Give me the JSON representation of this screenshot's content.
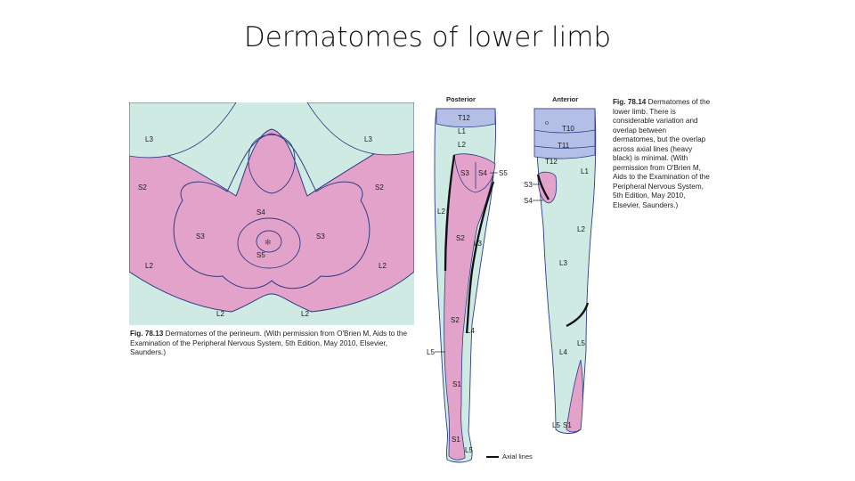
{
  "slide": {
    "title": "Dermatomes of lower limb"
  },
  "colors": {
    "mint": "#cfeae3",
    "pink": "#e3a2c9",
    "blue": "#b3bfe6",
    "border": "#2e3c86",
    "axial": "#111111"
  },
  "fig13": {
    "caption_bold": "Fig. 78.13",
    "caption_text": "Dermatomes of the perineum. (With permission from O'Brien M, Aids to the Examination of the Peripheral Nervous System, 5th Edition, May 2010, Elsevier, Saunders.)",
    "labels": {
      "l3_left": "L3",
      "l3_right": "L3",
      "s2_left": "S2",
      "s2_right": "S2",
      "s4": "S4",
      "s3_left": "S3",
      "s3_right": "S3",
      "s5": "S5",
      "l2_left": "L2",
      "l2_right": "L2",
      "l2_bottom_left": "L2",
      "l2_bottom_right": "L2"
    }
  },
  "fig14": {
    "caption_bold": "Fig. 78.14",
    "caption_text": "Dermatomes of the lower limb. There is considerable variation and overlap between dermatomes, but the overlap across axial lines (heavy black) is minimal. (With permission from O'Brien M, Aids to the Examination of the Peripheral Nervous System, 5th Edition, May 2010, Elsevier, Saunders.)",
    "posterior": {
      "title": "Posterior",
      "labels": {
        "t12": "T12",
        "l1": "L1",
        "l2_top": "L2",
        "s3": "S3",
        "s4": "S4",
        "s5": "S5",
        "l2_mid": "L2",
        "s2_upper": "S2",
        "l3": "L3",
        "s2_lower": "S2",
        "l4": "L4",
        "l5_side": "L5",
        "s1_upper": "S1",
        "s1_lower": "S1",
        "l5_foot": "L5"
      }
    },
    "anterior": {
      "title": "Anterior",
      "labels": {
        "t10": "T10",
        "t11": "T11",
        "t12": "T12",
        "l1": "L1",
        "s3": "S3",
        "s4": "S4",
        "l2": "L2",
        "l3": "L3",
        "l5_side": "L5",
        "l4": "L4",
        "l5_foot": "L5",
        "s1_foot": "S1"
      }
    },
    "legend": {
      "axial_lines": "Axial lines"
    }
  }
}
